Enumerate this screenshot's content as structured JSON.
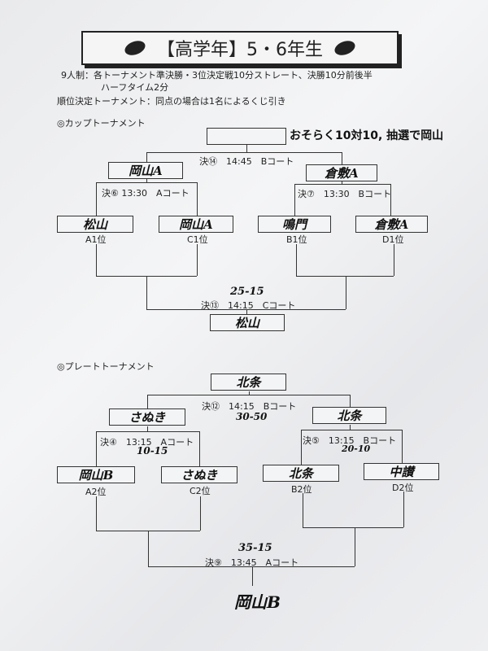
{
  "title": "【高学年】5・6年生",
  "rules": {
    "line1": "9人制：各トーナメント準決勝・3位決定戦10分ストレート、決勝10分前後半",
    "line2": "ハーフタイム2分",
    "line3": "順位決定トーナメント：同点の場合は1名によるくじ引き"
  },
  "cup": {
    "heading": "◎カップトーナメント",
    "note": "おそらく10対10, 抽選で岡山",
    "champion": "",
    "final": {
      "label": "決⑭　14:45　Bコート"
    },
    "semi_left": {
      "winner": "岡山A",
      "label": "決⑥ 13:30　Aコート"
    },
    "semi_right": {
      "winner": "倉敷A",
      "label": "決⑦　13:30　Bコート"
    },
    "teams": [
      {
        "name": "松山",
        "seed": "A1位"
      },
      {
        "name": "岡山A",
        "seed": "C1位"
      },
      {
        "name": "鳴門",
        "seed": "B1位"
      },
      {
        "name": "倉敷A",
        "seed": "D1位"
      }
    ],
    "third": {
      "score": "25-15",
      "label": "決⑬　14:15　Cコート",
      "winner": "松山"
    }
  },
  "plate": {
    "heading": "◎プレートトーナメント",
    "champion": "北条",
    "final": {
      "label": "決⑫　14:15　Bコート",
      "score": "30-50"
    },
    "semi_left": {
      "winner": "さぬき",
      "label": "決④　13:15　Aコート",
      "score": "10-15"
    },
    "semi_right": {
      "winner": "北条",
      "label": "決⑤　13:15　Bコート",
      "score": "20-10"
    },
    "teams": [
      {
        "name": "岡山B",
        "seed": "A2位"
      },
      {
        "name": "さぬき",
        "seed": "C2位"
      },
      {
        "name": "北条",
        "seed": "B2位"
      },
      {
        "name": "中讃",
        "seed": "D2位"
      }
    ],
    "third": {
      "score": "35-15",
      "label": "決⑨　13:45　Aコート",
      "winner": "岡山B"
    }
  }
}
